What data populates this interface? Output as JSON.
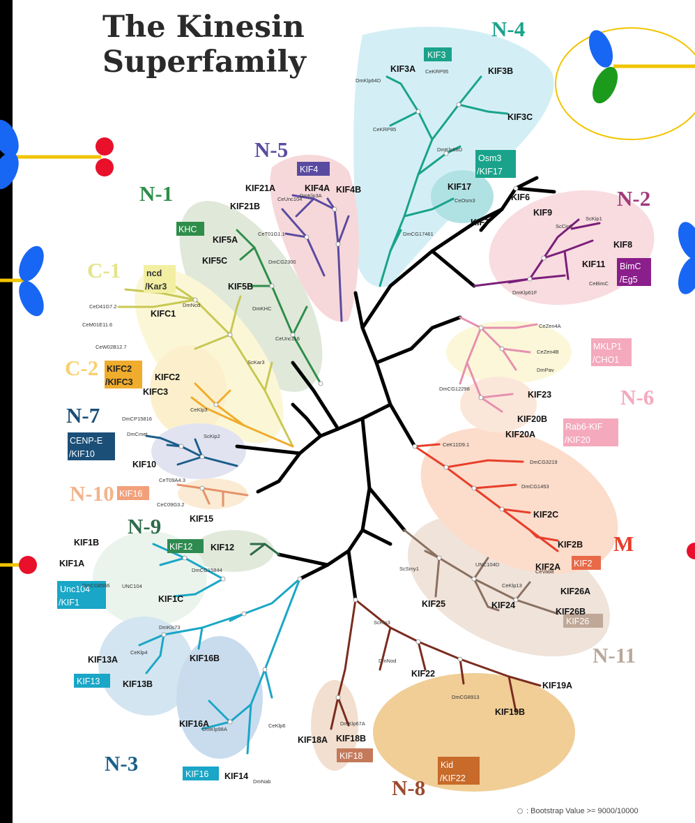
{
  "title": {
    "line1": "The Kinesin",
    "line2": "Superfamily"
  },
  "groups": {
    "n1": "N-1",
    "n2": "N-2",
    "n3": "N-3",
    "n4": "N-4",
    "n5": "N-5",
    "n6": "N-6",
    "n7": "N-7",
    "n8": "N-8",
    "n9": "N-9",
    "n10": "N-10",
    "n11": "N-11",
    "c1": "C-1",
    "c2": "C-2",
    "m": "M"
  },
  "boxes": {
    "kif3": "KIF3",
    "osm3": "Osm3",
    "kif17b": "/KIF17",
    "kif4": "KIF4",
    "khc": "KHC",
    "ncd": "ncd",
    "kar3": "/Kar3",
    "kifc2": "KIFC2",
    "kifc3": "/KIFC3",
    "cenpe": "CENP-E",
    "kif10b": "/KIF10",
    "kif16box": "KIF16",
    "kif12box": "KIF12",
    "unc104": "Unc104",
    "kif1box": "/KIF1",
    "kif13box": "KIF13",
    "kif16b2": "KIF16",
    "kif18box": "KIF18",
    "kid": "Kid",
    "kif22box": "/KIF22",
    "kif26box": "KIF26",
    "kif2box": "KIF2",
    "bimc": "BimC",
    "eg5": "/Eg5",
    "mklp1": "MKLP1",
    "cho1": "/CHO1",
    "rab6": "Rab6-KIF",
    "kif20box": "/KIF20"
  },
  "labels": {
    "KIF3B": "KIF3B",
    "KIF3A": "KIF3A",
    "KIF3C": "KIF3C",
    "KIF17": "KIF17",
    "KIF6": "KIF6",
    "KIF9": "KIF9",
    "KIF7": "KIF7",
    "KIF21A": "KIF21A",
    "KIF21B": "KIF21B",
    "KIF4A": "KIF4A",
    "KIF4B": "KIF4B",
    "KIF5A": "KIF5A",
    "KIF5C": "KIF5C",
    "KIF5B": "KIF5B",
    "KIFC1": "KIFC1",
    "KIFC2": "KIFC2",
    "KIFC3": "KIFC3",
    "KIF10": "KIF10",
    "KIF15": "KIF15",
    "KIF12": "KIF12",
    "KIF1B": "KIF1B",
    "KIF1A": "KIF1A",
    "KIF1C": "KIF1C",
    "KIF13A": "KIF13A",
    "KIF13B": "KIF13B",
    "KIF16B": "KIF16B",
    "KIF16A": "KIF16A",
    "KIF14": "KIF14",
    "KIF18A": "KIF18A",
    "KIF18B": "KIF18B",
    "KIF22": "KIF22",
    "KIF19A": "KIF19A",
    "KIF19B": "KIF19B",
    "KIF25": "KIF25",
    "KIF24": "KIF24",
    "KIF26A": "KIF26A",
    "KIF26B": "KIF26B",
    "KIF2C": "KIF2C",
    "KIF2B": "KIF2B",
    "KIF2A": "KIF2A",
    "KIF8": "KIF8",
    "KIF11": "KIF11",
    "KIF23": "KIF23",
    "KIF20B": "KIF20B",
    "KIF20A": "KIF20A"
  },
  "small": {
    "s1": "DmKlp64D",
    "s2": "CeKRP95",
    "s3": "CeKRP85",
    "s4": "DmKlp68D",
    "s5": "CeOsm3",
    "s6": "DmCG17461",
    "s7": "CeUnc104",
    "s8": "DmKlp3A",
    "s9": "CeT01G1.1",
    "s10": "DmCG2300",
    "s11": "DmKHC",
    "s12": "CeUnc116",
    "s13": "ScKar3",
    "s14": "DmNcd",
    "s15": "CeD41G7.2",
    "s16": "CeM01E11.6",
    "s17": "CeW02B12.7",
    "s18": "CeKlp3",
    "s19": "DmCP15816",
    "s20": "DmCmet",
    "s21": "ScKip2",
    "s22": "CeT09A4.3",
    "s23": "CeC09G3.2",
    "s24": "DmCG15844",
    "s25": "DmCG8566",
    "s26": "UNC104",
    "s27": "DmKls73",
    "s28": "CeKlp4",
    "s29": "DmKlp98A",
    "s30": "CeKlp6",
    "s31": "DmNab",
    "s32": "DmKlp67A",
    "s33": "DmNod",
    "s34": "ScKip3",
    "s35": "DmCG8913",
    "s36": "ScSmy1",
    "s37": "UNC104D",
    "s38": "CeKlp13",
    "s39": "CeVab8",
    "s40": "CeK11D9.1",
    "s41": "DmCG3219",
    "s42": "DmCG1453",
    "s43": "ScCin8",
    "s44": "ScKip1",
    "s45": "CeBimC",
    "s46": "DmKlp61F",
    "s47": "CeZen4A",
    "s48": "CeZen4B",
    "s49": "DmPav",
    "s50": "DmCG12298"
  },
  "legend": ": Bootstrap Value >= 9000/10000",
  "colors": {
    "n4": "#1aa38a",
    "n5": "#5a4ba0",
    "n2": "#7b1e7a",
    "n1": "#2f8d4a",
    "c1": "#c8c855",
    "c2": "#f0ac2c",
    "n7": "#1b5f8a",
    "n10": "#e6926a",
    "n9": "#2e6b4a",
    "n3": "#1aa6c6",
    "n8": "#7a2c1e",
    "n11": "#8a7060",
    "m": "#e83e2a",
    "n6": "#e690b0",
    "trunk": "#000000"
  }
}
